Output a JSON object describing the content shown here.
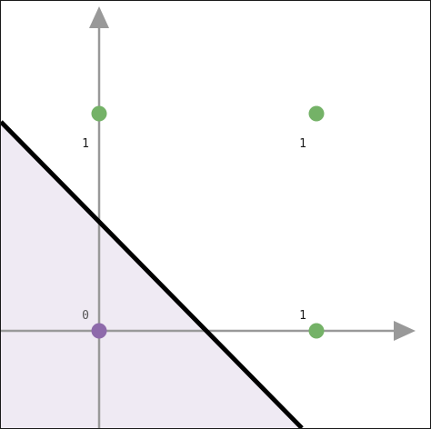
{
  "colors": {
    "positive_point": "#74b267",
    "negative_point": "#8e6aab",
    "region_fill": "#efeaf3",
    "decision_line": "#000000",
    "axis": "#999999"
  },
  "points": [
    {
      "x": 0,
      "y": 0,
      "label": "0",
      "class": "negative"
    },
    {
      "x": 1,
      "y": 0,
      "label": "1",
      "class": "positive"
    },
    {
      "x": 0,
      "y": 1,
      "label": "1",
      "class": "positive"
    },
    {
      "x": 1,
      "y": 1,
      "label": "1",
      "class": "positive"
    }
  ],
  "decision_boundary": {
    "equation": "x + y = 0.5"
  }
}
